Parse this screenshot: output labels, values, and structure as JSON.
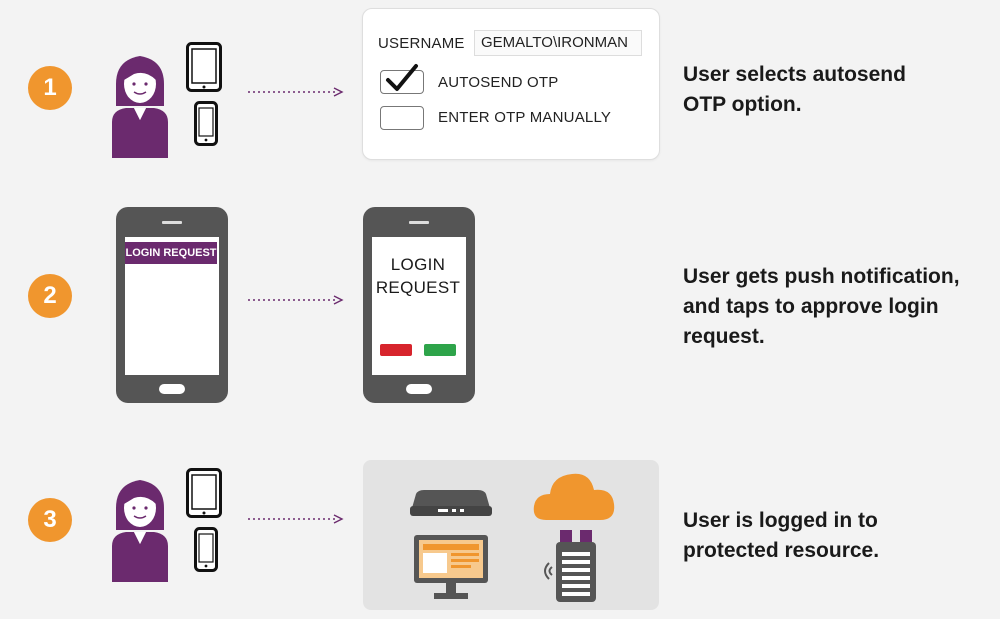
{
  "steps": [
    {
      "number": "1",
      "description_lines": [
        "User selects autosend",
        "OTP option."
      ]
    },
    {
      "number": "2",
      "description_lines": [
        "User gets push notification,",
        "and taps to approve login",
        "request."
      ]
    },
    {
      "number": "3",
      "description_lines": [
        "User is logged in to",
        "protected resource."
      ]
    }
  ],
  "login_form": {
    "username_label": "USERNAME",
    "username_value": "GEMALTO\\IRONMAN",
    "option_autosend": "AUTOSEND OTP",
    "option_manual": "ENTER OTP MANUALLY",
    "autosend_checked": true,
    "manual_checked": false
  },
  "phone_notification": {
    "text": "LOGIN REQUEST"
  },
  "phone_approval": {
    "lines": [
      "LOGIN",
      "REQUEST"
    ],
    "deny_color": "#d7242c",
    "approve_color": "#2ea44a"
  },
  "colors": {
    "accent_orange": "#f0962e",
    "user_purple": "#6b2a6e",
    "device_gray": "#555555",
    "cloud_orange": "#f0962e"
  },
  "icons": [
    "user-icon",
    "tablet-icon",
    "phone-icon",
    "dotted-arrow-icon",
    "checkmark-icon",
    "router-icon",
    "monitor-icon",
    "cloud-icon",
    "token-icon",
    "wireless-icon"
  ]
}
